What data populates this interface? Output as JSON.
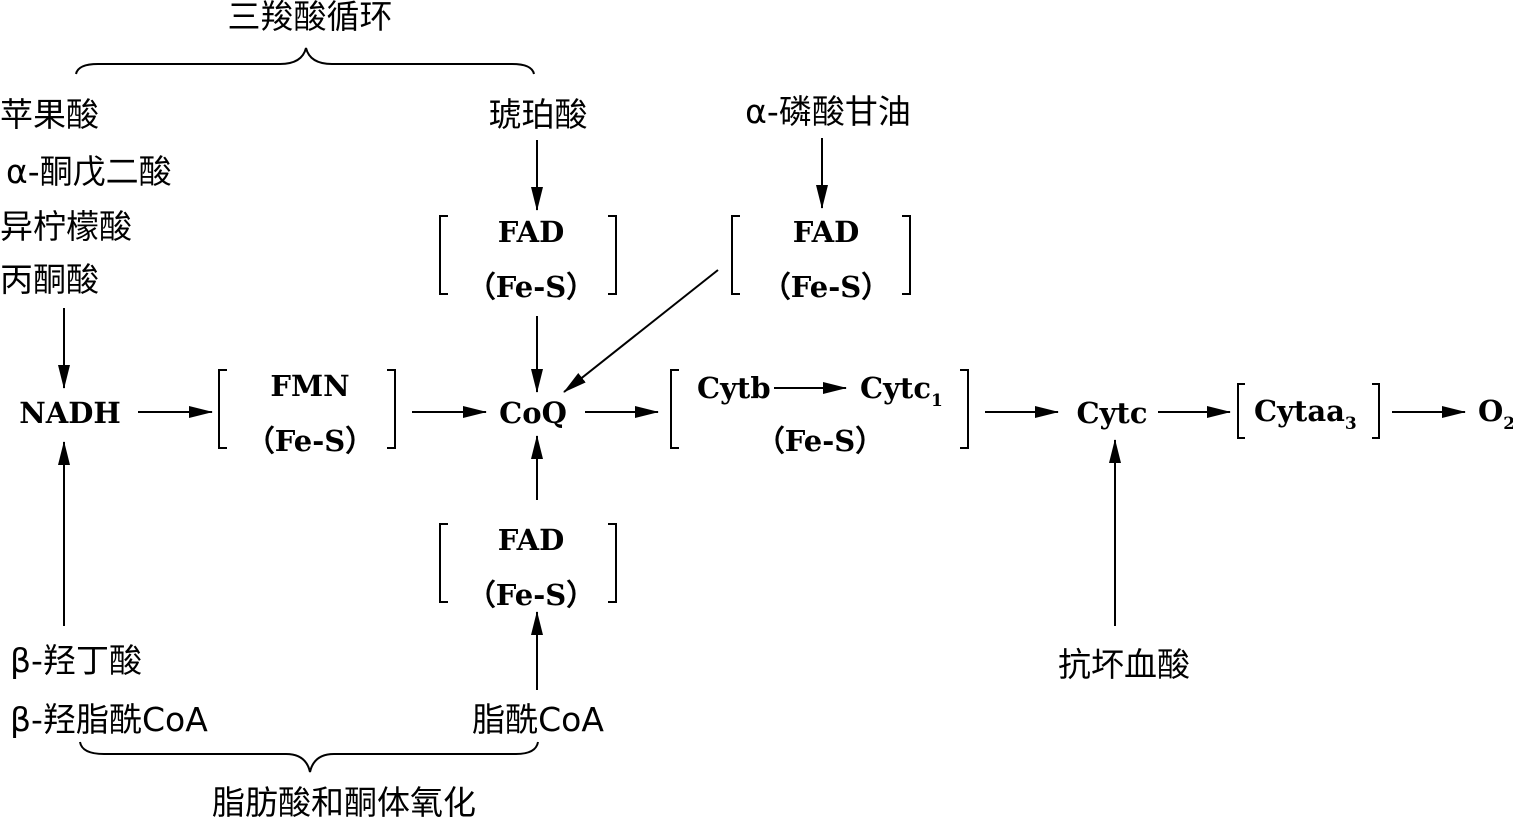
{
  "diagram": {
    "brace_top_label": "三羧酸循环",
    "brace_bottom_label": "脂肪酸和酮体氧化",
    "left_substrates": [
      "苹果酸",
      "α-酮戊二酸",
      "异柠檬酸",
      "丙酮酸"
    ],
    "succinate": "琥珀酸",
    "glycerol_phosphate": "α-磷酸甘油",
    "fad": "FAD",
    "fes": "（Fe-S）",
    "fmn": "FMN",
    "nadh": "NADH",
    "coq": "CoQ",
    "cytb": "Cytb",
    "cytc1": "Cytc",
    "cytc1_sub": "1",
    "cytc": "Cytc",
    "cytaa3": "Cytaa",
    "cytaa3_sub": "3",
    "o2": "O",
    "o2_sub": "2",
    "hydroxybutyrate": "β-羟丁酸",
    "hydroxyacyl_coa": "β-羟脂酰CoA",
    "acyl_coa": "脂酰CoA",
    "ascorbate": "抗坏血酸"
  }
}
